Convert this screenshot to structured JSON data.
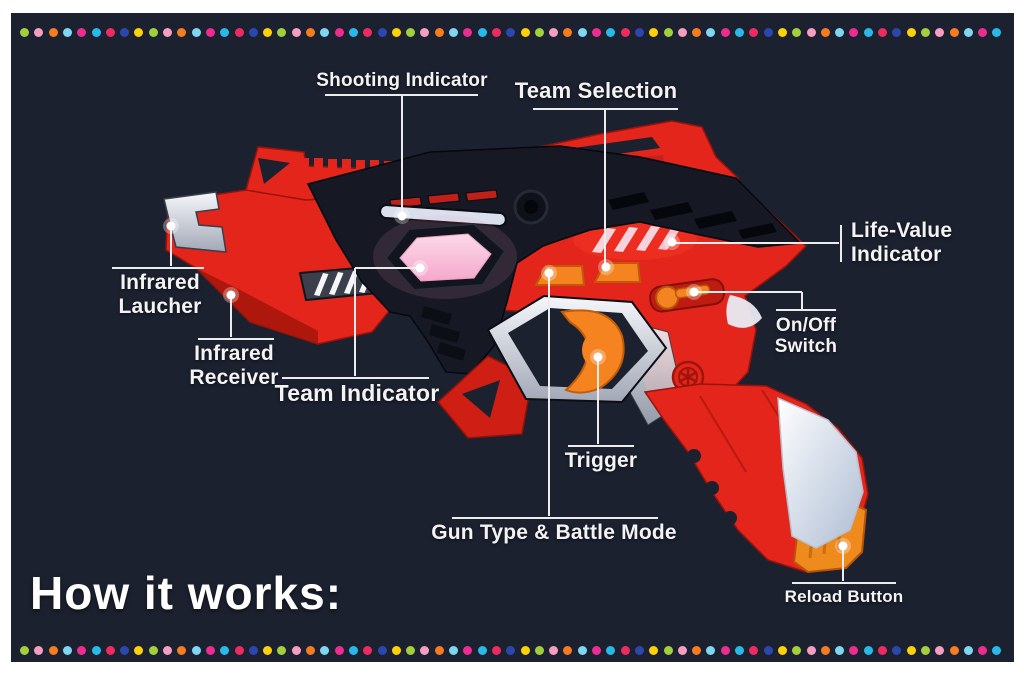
{
  "canvas": {
    "background": "#1c2130",
    "frame": "#ffffff"
  },
  "heading": "How it works:",
  "callouts": {
    "shooting_indicator": "Shooting Indicator",
    "team_selection": "Team Selection",
    "life_value_indicator": "Life-Value\nIndicator",
    "on_off_switch": "On/Off\nSwitch",
    "infrared_launcher": "Infrared\nLaucher",
    "infrared_receiver": "Infrared\nReceiver",
    "team_indicator": "Team Indicator",
    "trigger": "Trigger",
    "gun_type_battle_mode": "Gun Type & Battle Mode",
    "reload_button": "Reload Button"
  },
  "border_dots": {
    "count_per_row": 69,
    "colors": [
      "#a3cf3d",
      "#f59ec1",
      "#f57d20",
      "#7fd6f2",
      "#ec2c8f",
      "#29b9e8",
      "#ee2a62",
      "#2b47ad",
      "#fdd108"
    ]
  },
  "product_colors": {
    "body_red": "#e3251b",
    "dark_red": "#b81a10",
    "cover_black": "#161823",
    "accent_orange": "#f5831f",
    "indicator_pink": "#f7b6d2",
    "light_bar": "#d9dfec",
    "silver": "#c9cfda",
    "callout_line": "#ececec"
  }
}
